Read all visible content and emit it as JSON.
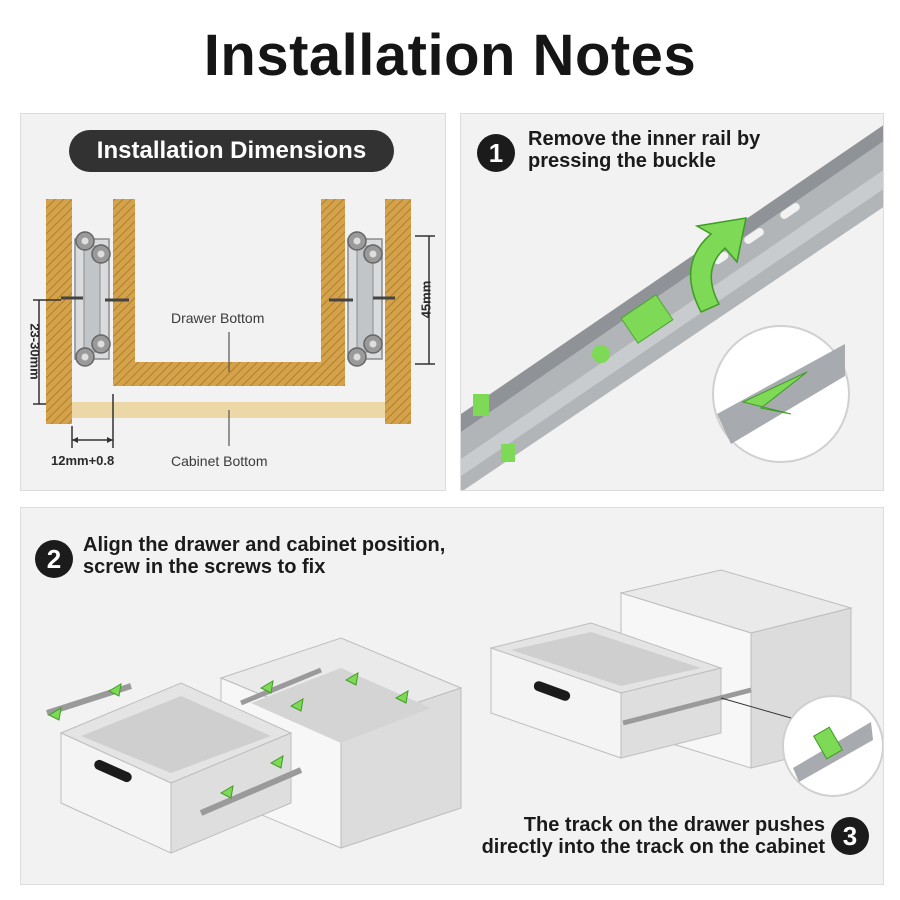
{
  "title": "Installation Notes",
  "dimensions_panel": {
    "heading": "Installation Dimensions",
    "drawer_bottom": "Drawer Bottom",
    "cabinet_bottom": "Cabinet Bottom",
    "gap": "12mm+0.8",
    "height_range": "23-30mm",
    "rail_height": "45mm"
  },
  "steps": [
    {
      "number": "1",
      "line1": "Remove the inner rail by",
      "line2": "pressing the buckle"
    },
    {
      "number": "2",
      "line1": "Align the drawer and cabinet position,",
      "line2": "screw in the screws to fix"
    },
    {
      "number": "3",
      "line1": "The track on the drawer pushes",
      "line2": "directly into the track on the cabinet"
    }
  ],
  "colors": {
    "wood": "#d4a24a",
    "wood_light": "#ecd7a6",
    "rail": "#a7aaae",
    "accent_green": "#7ed957",
    "dark": "#1b1b1b"
  }
}
